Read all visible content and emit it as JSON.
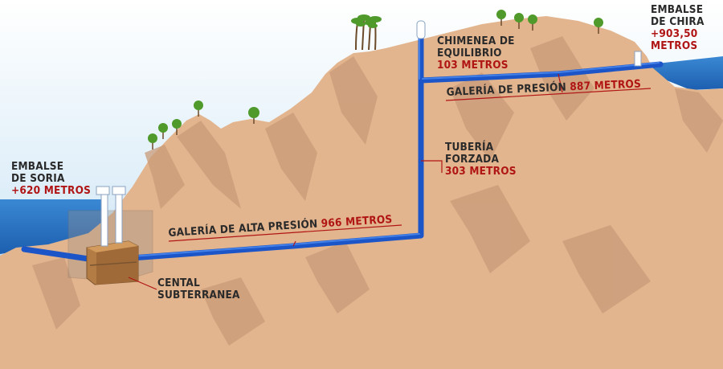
{
  "colors": {
    "sky": "#78b8e6",
    "mountain": "#e3b58e",
    "water": "#2c76c4",
    "pipe": "#1b55c8",
    "label_dark": "#2a2a2a",
    "label_value": "#b01515",
    "leader": "#b01515",
    "tree": "#4f9a2b"
  },
  "labels": {
    "soria": {
      "line1": "EMBALSE",
      "line2": "DE SORIA",
      "value": "+620 METROS"
    },
    "chira": {
      "line1": "EMBALSE",
      "line2": "DE CHIRA",
      "value": "+903,50",
      "unit": "METROS"
    },
    "chimenea": {
      "line1": "CHIMENEA DE",
      "line2": "EQUILIBRIO",
      "value": "103 METROS"
    },
    "galeria_presion": {
      "name": "GALERÍA DE PRESIÓN",
      "value": "887 METROS"
    },
    "tuberia": {
      "line1": "TUBERÍA",
      "line2": "FORZADA",
      "value": "303 METROS"
    },
    "galeria_alta": {
      "name": "GALERÍA DE ALTA PRESIÓN",
      "value": "966 METROS"
    },
    "central": {
      "line1": "CENTAL",
      "line2": "SUBTERRANEA"
    }
  },
  "icons": [
    "palm-tree-icon",
    "tree-icon"
  ]
}
